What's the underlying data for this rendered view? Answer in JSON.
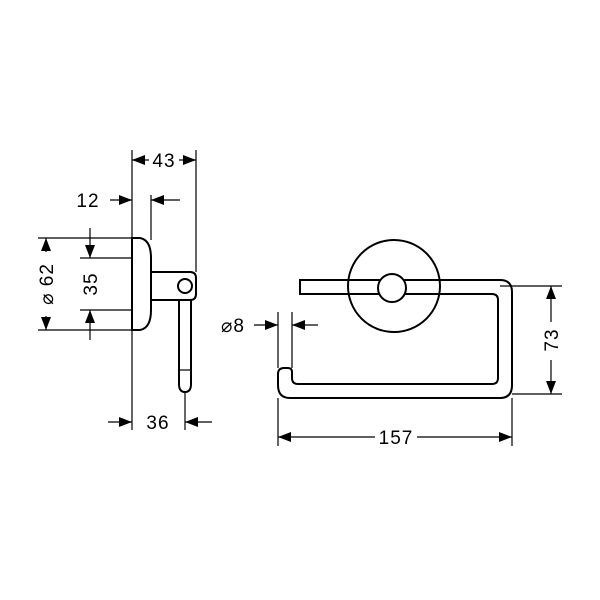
{
  "diagram": {
    "line_color": "#000000",
    "background": "#ffffff",
    "dimensions": {
      "depth_total": "43",
      "plate_thickness": "12",
      "rosette_diameter": "⌀ 62",
      "bracket_height": "35",
      "arm_offset": "36",
      "rod_diameter": "⌀8",
      "width_total": "157",
      "height_total": "73"
    }
  }
}
